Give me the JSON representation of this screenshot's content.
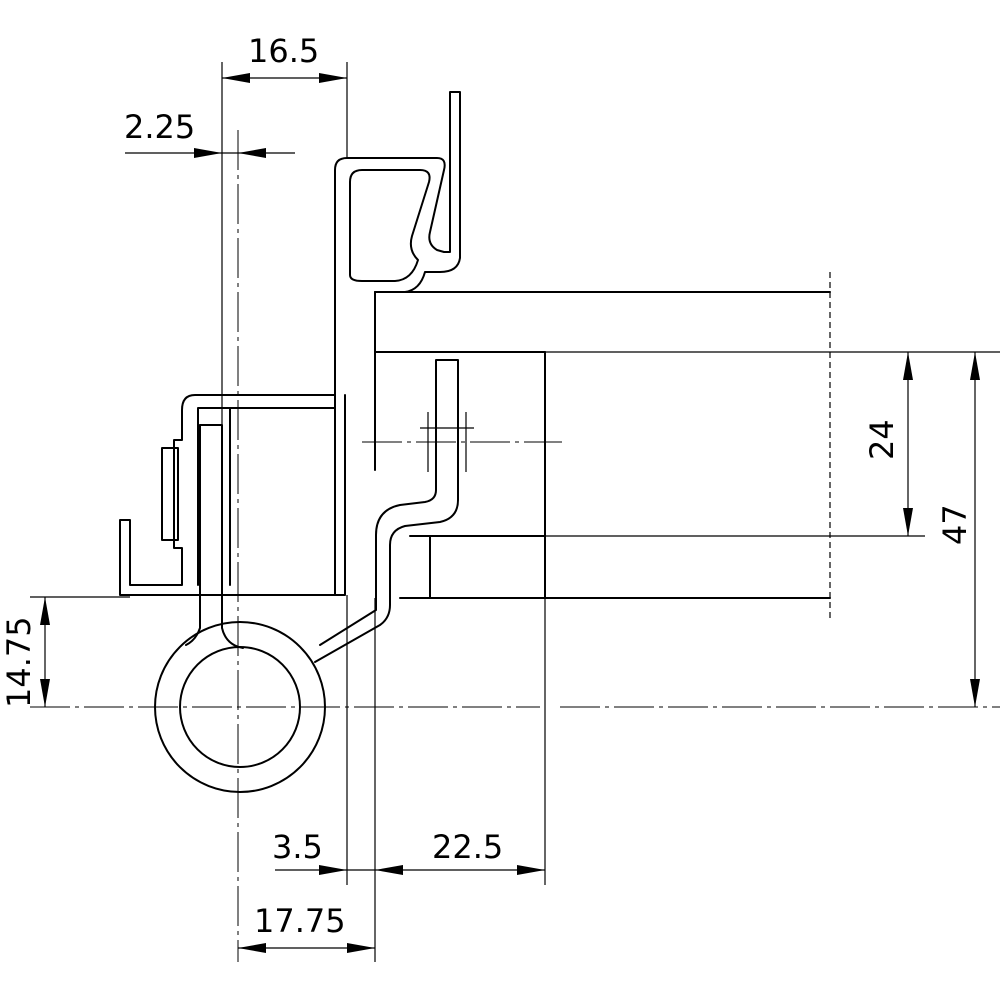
{
  "dimensions": {
    "d_16_5": "16.5",
    "d_2_25": "2.25",
    "d_24": "24",
    "d_47": "47",
    "d_14_75": "14.75",
    "d_3_5": "3.5",
    "d_22_5": "22.5",
    "d_17_75": "17.75"
  }
}
